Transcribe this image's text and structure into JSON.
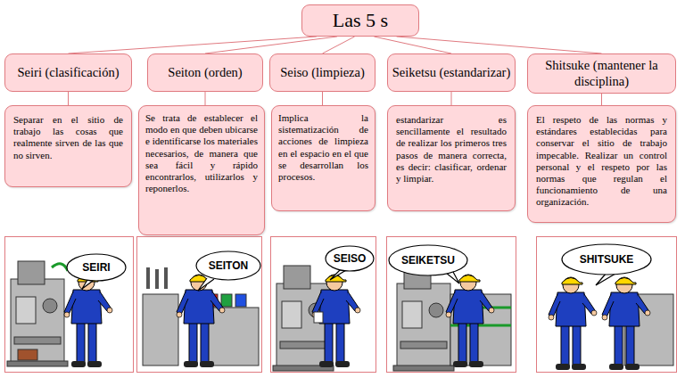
{
  "diagram": {
    "title": "Las 5 s",
    "nodes": [
      {
        "text": [
          "Las 5 s"
        ]
      },
      {
        "text": [
          "Seiri (clasificación)"
        ]
      },
      {
        "text": [
          "Seiton (orden)"
        ]
      },
      {
        "text": [
          "Seiso (limpieza)"
        ]
      },
      {
        "text": [
          "Seiketsu (estandarizar)"
        ]
      },
      {
        "text": [
          "Shitsuke (mantener la disciplina)"
        ]
      },
      {
        "text": [
          "Separar en el sitio de trabajo las cosas que realmente sirven de las que no sirven."
        ]
      },
      {
        "text": [
          "Se trata de establecer el modo en que deben ubicarse e identificarse los materiales necesarios, de manera que sea fácil y rápido encontrarlos, utilizarlos y reponerlos."
        ]
      },
      {
        "text": [
          "Implica la sistematización de acciones de limpieza en el espacio en el que se desarrollan los procesos."
        ]
      },
      {
        "text": [
          "estandarizar es sencillamente el resultado de realizar los primeros tres pasos de manera correcta, es decir: clasificar, ordenar y limpiar."
        ]
      },
      {
        "text": [
          "El respeto de las normas y estándares establecidas para conservar el sitio de trabajo impecable. Realizar un control personal y el respeto por las normas que regulan el funcionamiento de una organización."
        ]
      }
    ],
    "edges": [
      {
        "from": 0,
        "to": 1,
        "arrow": "none"
      },
      {
        "from": 0,
        "to": 2,
        "arrow": "none"
      },
      {
        "from": 0,
        "to": 3,
        "arrow": "none"
      },
      {
        "from": 0,
        "to": 4,
        "arrow": "none"
      },
      {
        "from": 0,
        "to": 5,
        "arrow": "none"
      },
      {
        "from": 1,
        "to": 6,
        "arrow": "none"
      },
      {
        "from": 2,
        "to": 7,
        "arrow": "none"
      },
      {
        "from": 3,
        "to": 8,
        "arrow": "none"
      },
      {
        "from": 4,
        "to": 9,
        "arrow": "none"
      },
      {
        "from": 5,
        "to": 10,
        "arrow": "none"
      }
    ],
    "labels": [
      "SEIRI",
      "SEITON",
      "SEISO",
      "SEIKETSU",
      "SHITSUKE"
    ]
  }
}
